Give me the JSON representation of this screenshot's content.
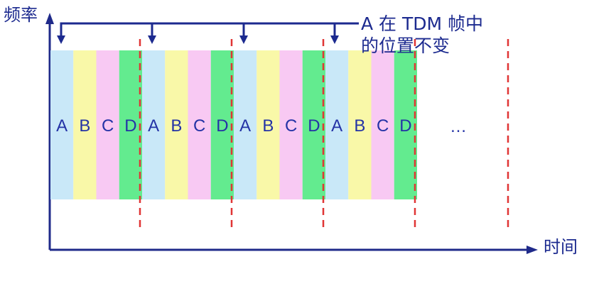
{
  "axes": {
    "y_label": "频率",
    "x_label": "时间"
  },
  "annotation": {
    "line1": "A 在 TDM 帧中",
    "line2": "的位置不变"
  },
  "frames": [
    {
      "slots": [
        "A",
        "B",
        "C",
        "D"
      ]
    },
    {
      "slots": [
        "A",
        "B",
        "C",
        "D"
      ]
    },
    {
      "slots": [
        "A",
        "B",
        "C",
        "D"
      ]
    },
    {
      "slots": [
        "A",
        "B",
        "C",
        "D"
      ]
    }
  ],
  "ellipsis": "…",
  "colors": {
    "A": "#c9e8f8",
    "B": "#f9f8a8",
    "C": "#f8c9f3",
    "D": "#63eb8f",
    "axis": "#1f2a8a",
    "divider": "#e03535",
    "text": "#2433a6"
  }
}
